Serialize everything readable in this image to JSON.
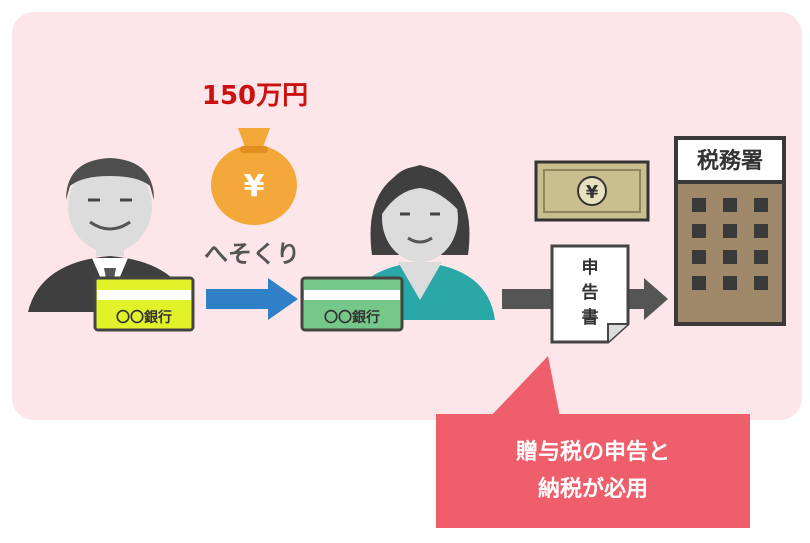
{
  "amount_label": "150万円",
  "transfer_label": "へそくり",
  "bank_card_label": "〇〇銀行",
  "money_bag_symbol": "¥",
  "banknote_symbol": "¥",
  "tax_office_label": "税務署",
  "document": {
    "char1": "申",
    "char2": "告",
    "char3": "書"
  },
  "callout": {
    "line1": "贈与税の申告と",
    "line2": "納税が必用"
  },
  "colors": {
    "panel": "#fde6e9",
    "arrow_blue": "#2f80c6",
    "arrow_grey": "#555555",
    "callout": "#ee5f6b",
    "amount_text": "#cc1111",
    "bag": "#f5a83a",
    "building": "#a0886a",
    "card_yellow": "#e1f12a",
    "card_green": "#76c78a"
  },
  "icons": [
    "elderly-man-icon",
    "money-bag-icon",
    "woman-icon",
    "banknote-icon",
    "document-icon",
    "tax-office-building-icon"
  ]
}
